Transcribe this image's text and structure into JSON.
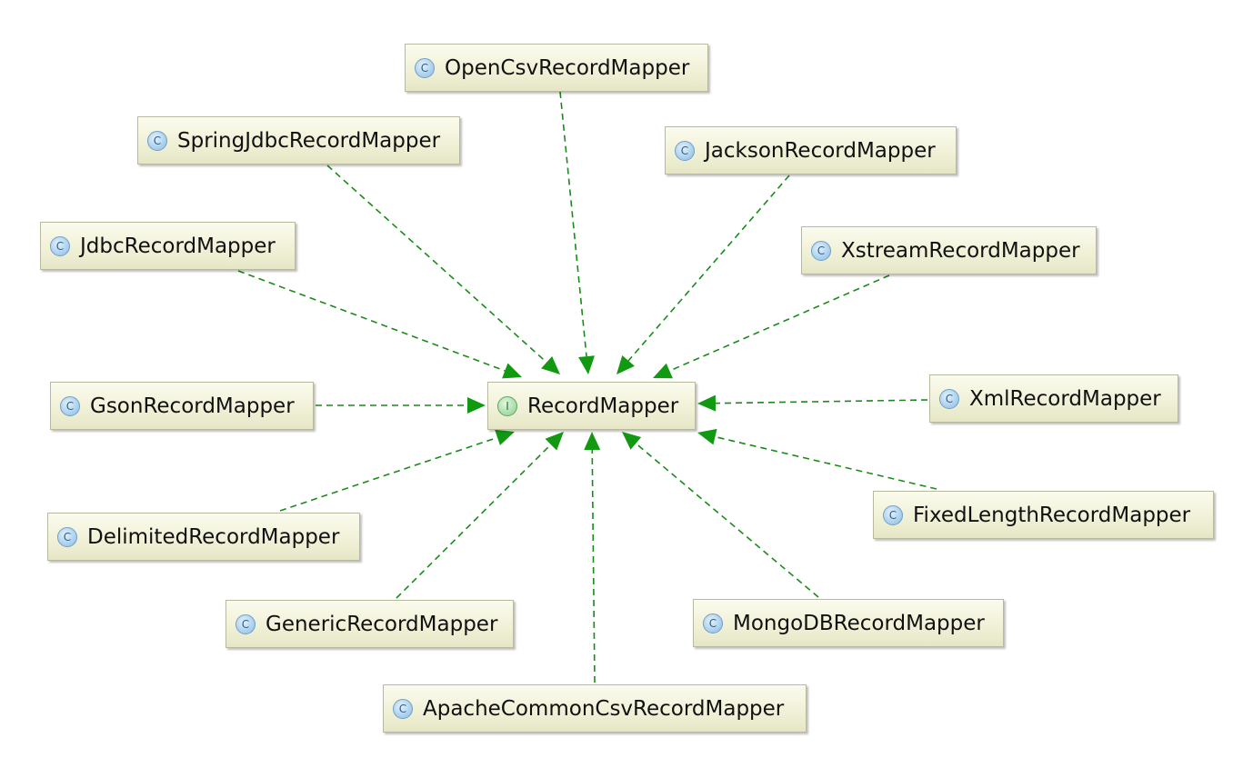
{
  "diagram": {
    "center": {
      "id": "RecordMapper",
      "label": "RecordMapper",
      "kind": "interface",
      "icon": "interface-icon",
      "icon_glyph": "I"
    },
    "nodes": [
      {
        "id": "OpenCsvRecordMapper",
        "label": "OpenCsvRecordMapper",
        "kind": "class",
        "icon": "class-icon",
        "icon_glyph": "C"
      },
      {
        "id": "SpringJdbcRecordMapper",
        "label": "SpringJdbcRecordMapper",
        "kind": "class",
        "icon": "class-icon",
        "icon_glyph": "C"
      },
      {
        "id": "JacksonRecordMapper",
        "label": "JacksonRecordMapper",
        "kind": "class",
        "icon": "class-icon",
        "icon_glyph": "C"
      },
      {
        "id": "JdbcRecordMapper",
        "label": "JdbcRecordMapper",
        "kind": "class",
        "icon": "class-icon",
        "icon_glyph": "C"
      },
      {
        "id": "XstreamRecordMapper",
        "label": "XstreamRecordMapper",
        "kind": "class",
        "icon": "class-icon",
        "icon_glyph": "C"
      },
      {
        "id": "GsonRecordMapper",
        "label": "GsonRecordMapper",
        "kind": "class",
        "icon": "class-icon",
        "icon_glyph": "C"
      },
      {
        "id": "XmlRecordMapper",
        "label": "XmlRecordMapper",
        "kind": "class",
        "icon": "class-icon",
        "icon_glyph": "C"
      },
      {
        "id": "DelimitedRecordMapper",
        "label": "DelimitedRecordMapper",
        "kind": "class",
        "icon": "class-icon",
        "icon_glyph": "C"
      },
      {
        "id": "FixedLengthRecordMapper",
        "label": "FixedLengthRecordMapper",
        "kind": "class",
        "icon": "class-icon",
        "icon_glyph": "C"
      },
      {
        "id": "GenericRecordMapper",
        "label": "GenericRecordMapper",
        "kind": "class",
        "icon": "class-icon",
        "icon_glyph": "C"
      },
      {
        "id": "MongoDBRecordMapper",
        "label": "MongoDBRecordMapper",
        "kind": "class",
        "icon": "class-icon",
        "icon_glyph": "C"
      },
      {
        "id": "ApacheCommonCsvRecordMapper",
        "label": "ApacheCommonCsvRecordMapper",
        "kind": "class",
        "icon": "class-icon",
        "icon_glyph": "C"
      }
    ],
    "edges": [
      {
        "from": "OpenCsvRecordMapper",
        "to": "RecordMapper",
        "type": "implements"
      },
      {
        "from": "SpringJdbcRecordMapper",
        "to": "RecordMapper",
        "type": "implements"
      },
      {
        "from": "JacksonRecordMapper",
        "to": "RecordMapper",
        "type": "implements"
      },
      {
        "from": "JdbcRecordMapper",
        "to": "RecordMapper",
        "type": "implements"
      },
      {
        "from": "XstreamRecordMapper",
        "to": "RecordMapper",
        "type": "implements"
      },
      {
        "from": "GsonRecordMapper",
        "to": "RecordMapper",
        "type": "implements"
      },
      {
        "from": "XmlRecordMapper",
        "to": "RecordMapper",
        "type": "implements"
      },
      {
        "from": "DelimitedRecordMapper",
        "to": "RecordMapper",
        "type": "implements"
      },
      {
        "from": "FixedLengthRecordMapper",
        "to": "RecordMapper",
        "type": "implements"
      },
      {
        "from": "GenericRecordMapper",
        "to": "RecordMapper",
        "type": "implements"
      },
      {
        "from": "MongoDBRecordMapper",
        "to": "RecordMapper",
        "type": "implements"
      },
      {
        "from": "ApacheCommonCsvRecordMapper",
        "to": "RecordMapper",
        "type": "implements"
      }
    ],
    "colors": {
      "edge": "#1a8a1a",
      "arrowhead": "#119911",
      "node_border": "#b9b9a0"
    }
  }
}
